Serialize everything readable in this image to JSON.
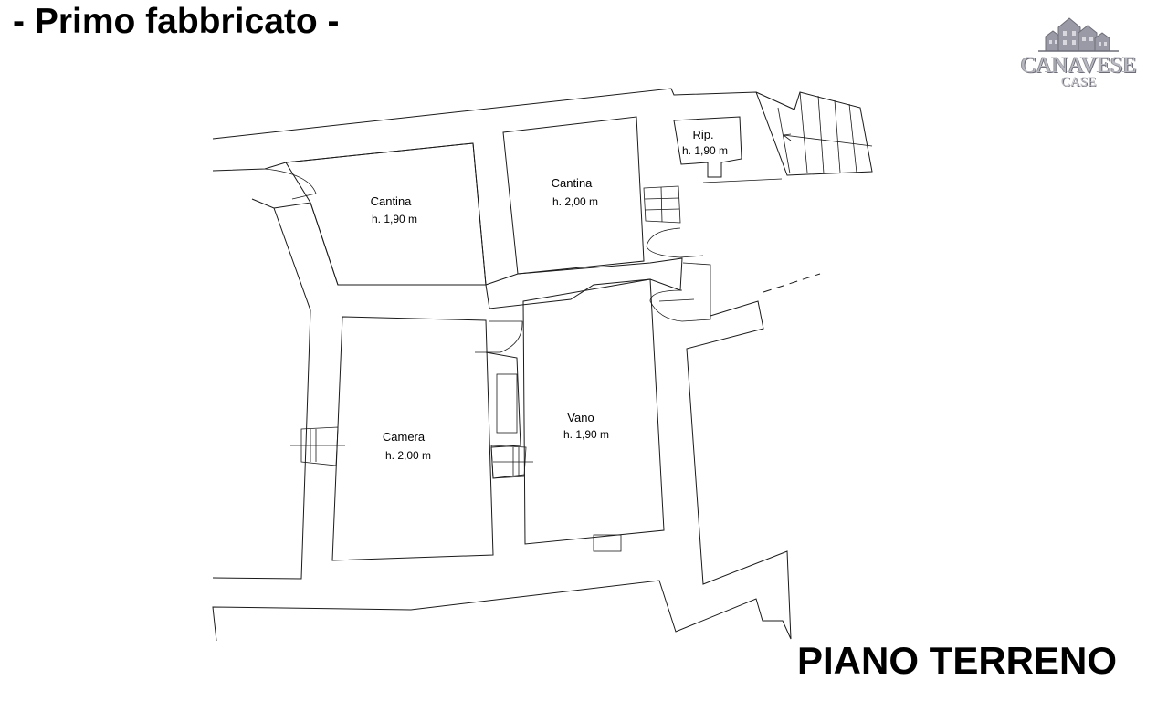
{
  "header": {
    "title": "- Primo fabbricato -"
  },
  "footer": {
    "floor_label": "PIANO TERRENO"
  },
  "logo": {
    "name": "CANAVESE",
    "sub": "CASE",
    "color": "#b8b8c0"
  },
  "rooms": [
    {
      "name": "Cantina",
      "height": "h. 1,90 m"
    },
    {
      "name": "Cantina",
      "height": "h. 2,00 m"
    },
    {
      "name": "Rip.",
      "height": "h. 1,90 m"
    },
    {
      "name": "Camera",
      "height": "h. 2,00 m"
    },
    {
      "name": "Vano",
      "height": "h. 1,90 m"
    }
  ]
}
